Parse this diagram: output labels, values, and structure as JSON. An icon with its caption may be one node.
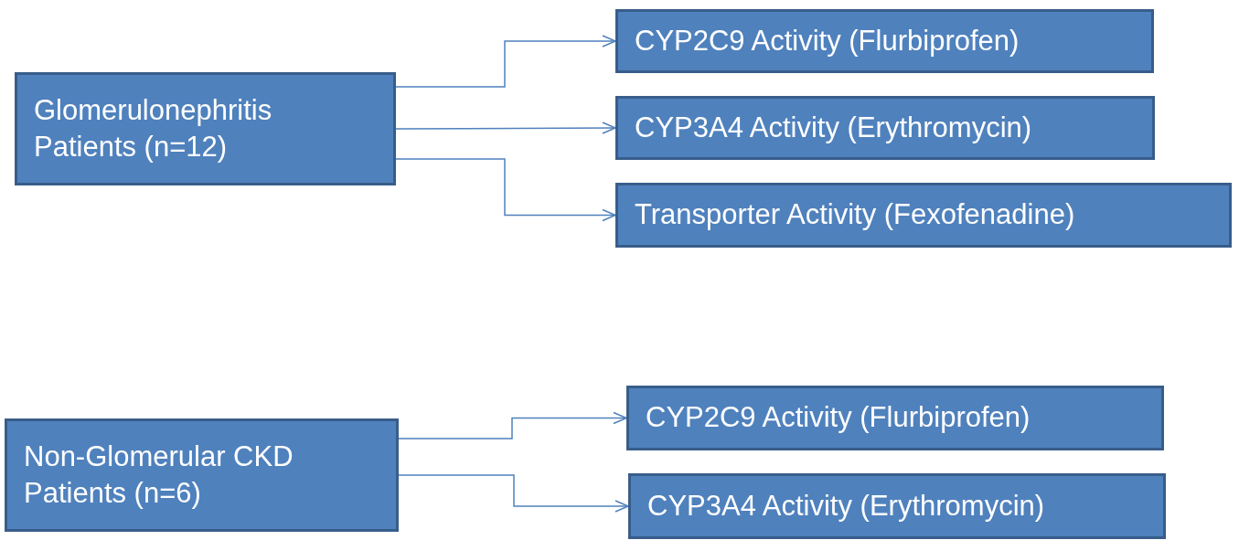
{
  "diagram": {
    "nodes": [
      {
        "text": [
          "Glomerulonephritis Patients (n=12)"
        ]
      },
      {
        "text": [
          "CYP2C9 Activity (Flurbiprofen)"
        ]
      },
      {
        "text": [
          "CYP3A4 Activity (Erythromycin)"
        ]
      },
      {
        "text": [
          "Transporter Activity (Fexofenadine)"
        ]
      },
      {
        "text": [
          "Non-Glomerular CKD Patients (n=6)"
        ]
      },
      {
        "text": [
          "CYP2C9 Activity (Flurbiprofen)"
        ]
      },
      {
        "text": [
          "CYP3A4 Activity (Erythromycin)"
        ]
      }
    ],
    "edges": [
      {
        "from": 0,
        "to": 1,
        "arrow": "to"
      },
      {
        "from": 0,
        "to": 2,
        "arrow": "to"
      },
      {
        "from": 0,
        "to": 3,
        "arrow": "to"
      },
      {
        "from": 4,
        "to": 5,
        "arrow": "to"
      },
      {
        "from": 4,
        "to": 6,
        "arrow": "to"
      }
    ]
  }
}
